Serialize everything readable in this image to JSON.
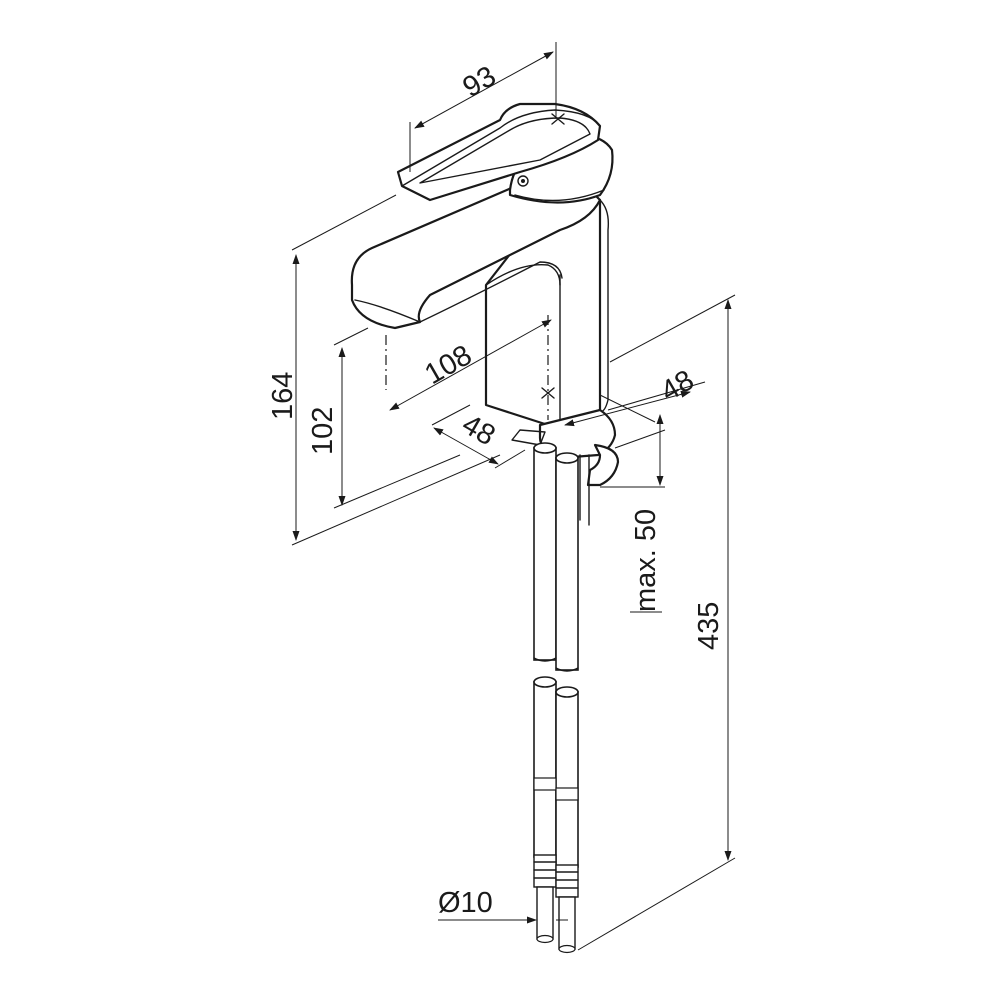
{
  "dimensions": {
    "handle_length": "93",
    "total_height": "164",
    "spout_height": "102",
    "spout_reach": "108",
    "base_depth": "48",
    "base_width": "48",
    "max_mount_thickness": "max. 50",
    "hose_length": "435",
    "hose_diameter": "Ø10"
  },
  "colors": {
    "line": "#1a1a1a",
    "background": "#ffffff"
  }
}
